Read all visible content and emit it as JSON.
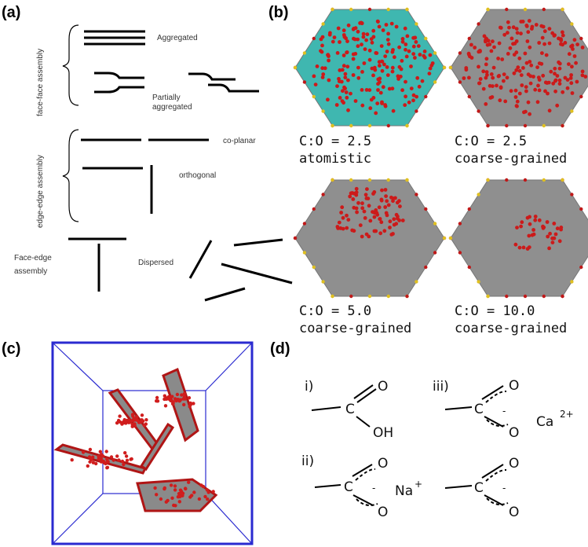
{
  "panels": {
    "a": {
      "label": "(a)",
      "face_face": "face-face assembly",
      "aggregated": "Aggregated",
      "partially_line1": "Partially",
      "partially_line2": "aggregated",
      "edge_edge": "edge-edge assembly",
      "coplanar": "co-planar",
      "orthogonal": "orthogonal",
      "face_edge_line1": "Face-edge",
      "face_edge_line2": "assembly",
      "dispersed": "Dispersed"
    },
    "b": {
      "label": "(b)",
      "flakes": [
        {
          "ratio": "C:O = 2.5",
          "model": "atomistic",
          "base_color": "#3fb7b0",
          "oxygen_fraction": 0.45
        },
        {
          "ratio": "C:O = 2.5",
          "model": "coarse-grained",
          "base_color": "#8f8f8f",
          "oxygen_fraction": 0.45
        },
        {
          "ratio": "C:O = 5.0",
          "model": "coarse-grained",
          "base_color": "#8f8f8f",
          "oxygen_fraction": 0.2
        },
        {
          "ratio": "C:O = 10.0",
          "model": "coarse-grained",
          "base_color": "#8f8f8f",
          "oxygen_fraction": 0.08
        }
      ]
    },
    "c": {
      "label": "(c)",
      "box_color": "#2222cc"
    },
    "d": {
      "label": "(d)",
      "i": "i)",
      "ii": "ii)",
      "iii": "iii)",
      "O": "O",
      "OH": "OH",
      "C": "C",
      "minus": "-",
      "na": "Na",
      "na_charge": "+",
      "ca": "Ca",
      "ca_charge": "2+"
    }
  }
}
